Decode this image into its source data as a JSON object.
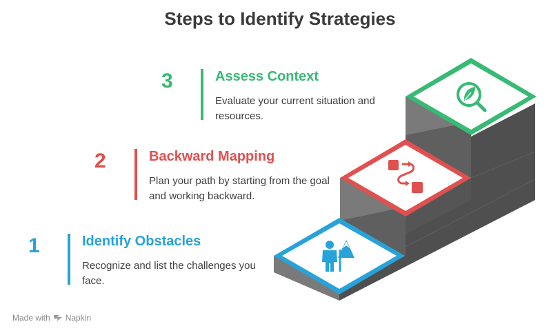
{
  "title": "Steps to Identify Strategies",
  "steps": [
    {
      "number": "1",
      "heading": "Identify Obstacles",
      "description": "Recognize and list the challenges you face.",
      "icon": "hiker-mountain-icon",
      "color": "#27a3d9"
    },
    {
      "number": "2",
      "heading": "Backward Mapping",
      "description": "Plan your path by starting from the goal and working backward.",
      "icon": "path-route-icon",
      "color": "#e0504f"
    },
    {
      "number": "3",
      "heading": "Assess Context",
      "description": "Evaluate your current situation and resources.",
      "icon": "leaf-magnifier-icon",
      "color": "#37ba73"
    }
  ],
  "footer": {
    "made_with": "Made with",
    "brand": "Napkin"
  }
}
